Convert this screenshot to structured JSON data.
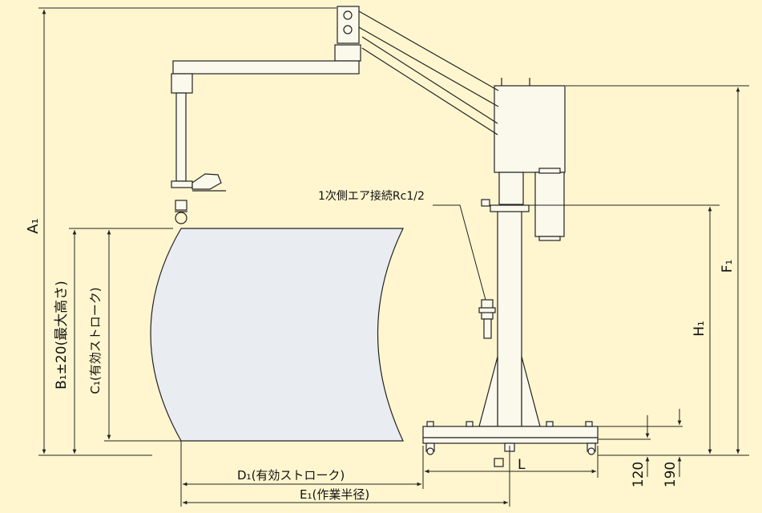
{
  "labels": {
    "a1": "A₁",
    "b1": "B₁±20(最大高さ)",
    "c1": "C₁(有効ストローク)",
    "d1": "D₁(有効ストローク)",
    "e1": "E₁(作業半径)",
    "f1": "F₁",
    "h1": "H₁",
    "l": "L",
    "air": "1次側エア接続Rc1/2",
    "dim120": "120",
    "dim190": "190"
  },
  "colors": {
    "background": "#fff6cf",
    "line": "#222222",
    "machine_fill": "#fbf8ec",
    "work_area": "#e9edf2"
  }
}
